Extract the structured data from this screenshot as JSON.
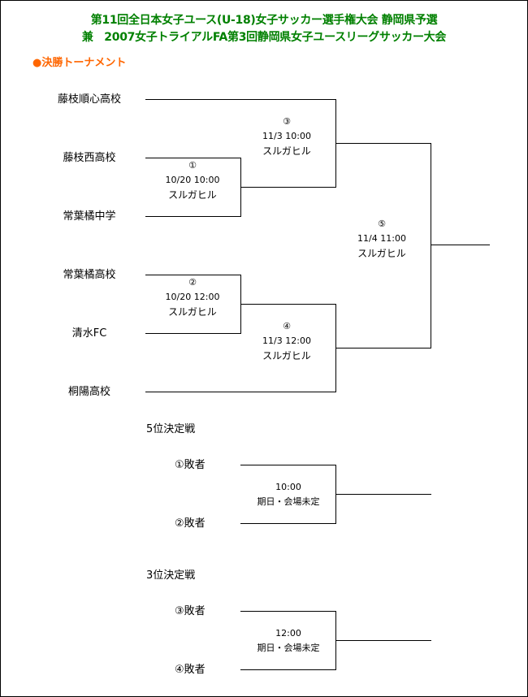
{
  "header": {
    "title_line1": "第11回全日本女子ユース(U-18)女子サッカー選手権大会 静岡県予選",
    "title_line2": "兼　2007女子トライアルFA第3回静岡県女子ユースリーグサッカー大会"
  },
  "tournament": {
    "heading": "●決勝トーナメント",
    "teams": [
      "藤枝順心高校",
      "藤枝西高校",
      "常葉橘中学",
      "常葉橘高校",
      "清水FC",
      "桐陽高校"
    ],
    "matches": [
      {
        "no": "①",
        "datetime": "10/20  10:00",
        "venue": "スルガヒル"
      },
      {
        "no": "②",
        "datetime": "10/20  12:00",
        "venue": "スルガヒル"
      },
      {
        "no": "③",
        "datetime": "11/3  10:00",
        "venue": "スルガヒル"
      },
      {
        "no": "④",
        "datetime": "11/3  12:00",
        "venue": "スルガヒル"
      },
      {
        "no": "⑤",
        "datetime": "11/4  11:00",
        "venue": "スルガヒル"
      }
    ]
  },
  "fifth_place": {
    "title": "5位決定戦",
    "entrants": [
      "①敗者",
      "②敗者"
    ],
    "time": "10:00",
    "note": "期日・会場未定"
  },
  "third_place": {
    "title": "3位決定戦",
    "entrants": [
      "③敗者",
      "④敗者"
    ],
    "time": "12:00",
    "note": "期日・会場未定"
  }
}
